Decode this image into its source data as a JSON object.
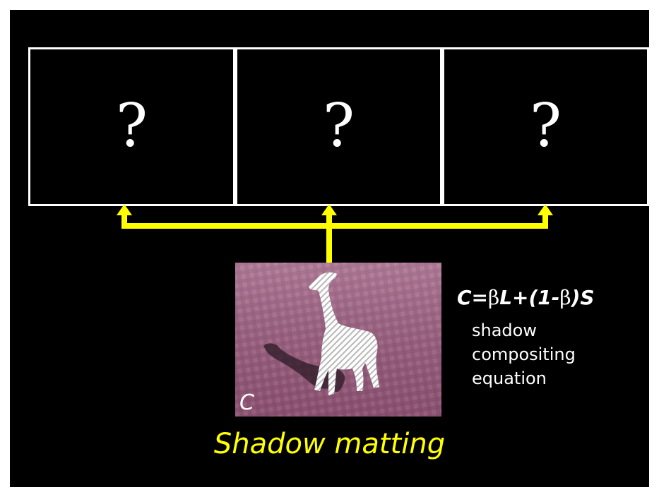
{
  "frames": [
    {
      "symbol": "?"
    },
    {
      "symbol": "?"
    },
    {
      "symbol": "?"
    }
  ],
  "photo": {
    "label": "C"
  },
  "equation": {
    "parts": [
      "C=",
      "β",
      "L+(1-",
      "β",
      ")S"
    ],
    "description": [
      "shadow",
      "compositing",
      "equation"
    ]
  },
  "caption": "Shadow matting",
  "colors": {
    "background": "#000000",
    "frame_border": "#ffffff",
    "arrow": "#ffff00",
    "caption": "#ffff00"
  }
}
